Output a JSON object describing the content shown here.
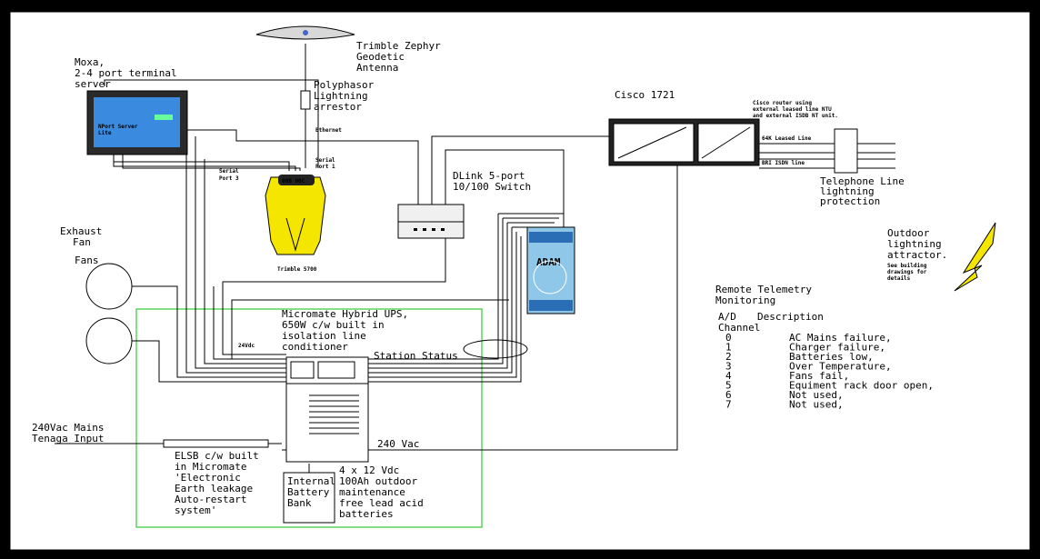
{
  "labels": {
    "moxa_title": [
      "Moxa,",
      "2-4 port terminal",
      "server"
    ],
    "antenna": [
      "Trimble Zephyr",
      "Geodetic",
      "Antenna"
    ],
    "polyphasor": [
      "Polyphasor",
      "Lightning",
      "arrestor"
    ],
    "cisco_title": "Cisco 1721",
    "cisco_note": [
      "Cisco router using",
      "external leased line NTU",
      "and external ISDB NT unit."
    ],
    "ethernet": "Ethernet",
    "leased_line": "64K Leased Line",
    "isdn_line": "BRI ISDN line",
    "telephone": [
      "Telephone Line",
      "lightning",
      "protection"
    ],
    "serial_port_1": [
      "Serial",
      "Port 1"
    ],
    "serial_port_3": [
      "Serial",
      "Port 3"
    ],
    "dlink": [
      "DLink 5-port",
      "10/100 Switch"
    ],
    "exhaust_fan": [
      "Exhaust",
      "Fan"
    ],
    "fans": "Fans",
    "trimble_5700": "Trimble 5700",
    "outdoor": [
      "Outdoor",
      "lightning",
      "attractor."
    ],
    "outdoor_note": [
      "See building",
      "drawings for",
      "details"
    ],
    "ups": [
      "Micromate Hybrid UPS,",
      "650W c/w built in",
      "isolation line",
      "conditioner"
    ],
    "vdc24": "24Vdc",
    "station_status": "Station Status",
    "mains": [
      "240Vac Mains",
      "Tenaga Input"
    ],
    "vac240": "240 Vac",
    "elsb": [
      "ELSB c/w built",
      "in Micromate",
      "'Electronic",
      "Earth leakage",
      "Auto-restart",
      "system'"
    ],
    "battery_bank": [
      "Internal",
      "Battery",
      "Bank"
    ],
    "batteries": [
      "4 x 12 Vdc",
      "100Ah outdoor",
      "maintenance",
      "free lead acid",
      "batteries"
    ],
    "moxa_device": [
      "NPort Server",
      "Lite"
    ],
    "adam": "ADAM",
    "gps_display": "00B 00C"
  },
  "telemetry": {
    "title": [
      "Remote Telemetry",
      "Monitoring"
    ],
    "header_ad": "A/D",
    "header_desc": "Description",
    "header_channel": "Channel",
    "rows": [
      {
        "ch": "0",
        "desc": "AC Mains failure,"
      },
      {
        "ch": "1",
        "desc": "Charger failure,"
      },
      {
        "ch": "2",
        "desc": "Batteries low,"
      },
      {
        "ch": "3",
        "desc": "Over Temperature,"
      },
      {
        "ch": "4",
        "desc": "Fans fail,"
      },
      {
        "ch": "5",
        "desc": "Equiment rack door open,"
      },
      {
        "ch": "6",
        "desc": "Not used,"
      },
      {
        "ch": "7",
        "desc": "Not used,"
      }
    ]
  },
  "colors": {
    "background_frame": "#000000",
    "panel": "#ffffff",
    "ups_border": "#33cc33",
    "gps_body": "#f5e600",
    "moxa_screen": "#3a8be0",
    "adam_body": "#8fc7e8",
    "lightning": "#f5e600"
  }
}
